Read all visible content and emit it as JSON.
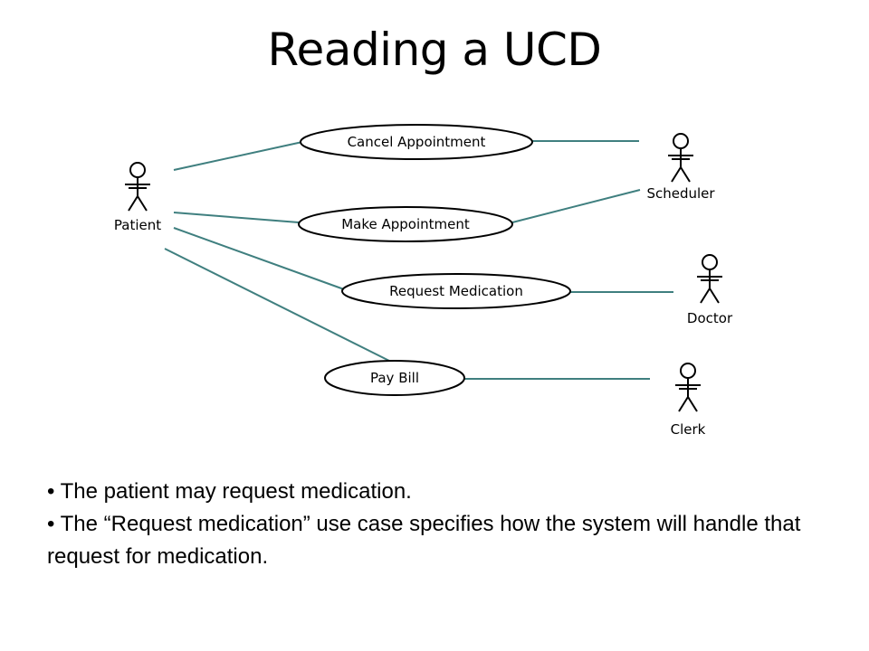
{
  "slide": {
    "title": "Reading a UCD"
  },
  "actors": [
    {
      "id": "patient",
      "name": "Patient"
    },
    {
      "id": "scheduler",
      "name": "Scheduler"
    },
    {
      "id": "doctor",
      "name": "Doctor"
    },
    {
      "id": "clerk",
      "name": "Clerk"
    }
  ],
  "use_cases": [
    {
      "id": "cancel",
      "label": "Cancel Appointment"
    },
    {
      "id": "make",
      "label": "Make Appointment"
    },
    {
      "id": "request",
      "label": "Request Medication"
    },
    {
      "id": "pay",
      "label": "Pay Bill"
    }
  ],
  "associations": [
    {
      "actor": "patient",
      "use_case": "cancel"
    },
    {
      "actor": "patient",
      "use_case": "make"
    },
    {
      "actor": "patient",
      "use_case": "request"
    },
    {
      "actor": "patient",
      "use_case": "pay"
    },
    {
      "actor": "scheduler",
      "use_case": "cancel"
    },
    {
      "actor": "scheduler",
      "use_case": "make"
    },
    {
      "actor": "doctor",
      "use_case": "request"
    },
    {
      "actor": "clerk",
      "use_case": "pay"
    }
  ],
  "colors": {
    "line": "#3f7f7f",
    "stroke": "#000000"
  },
  "bullets": [
    "• The patient may request medication.",
    "• The “Request medication”  use case specifies how the system will handle that request for medication."
  ]
}
